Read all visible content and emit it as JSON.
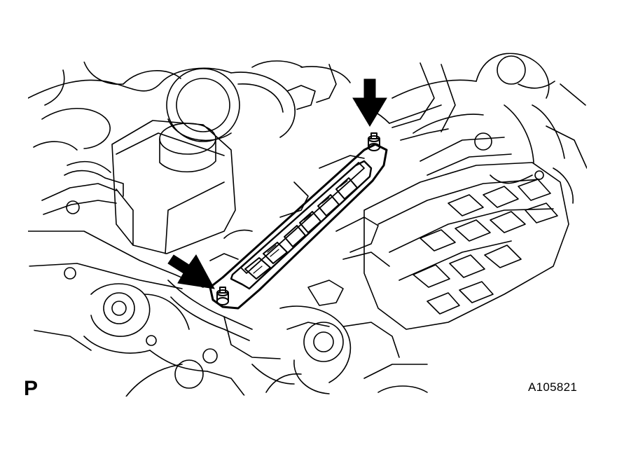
{
  "diagram": {
    "corner_label": "P",
    "figure_id": "A105821",
    "colors": {
      "line": "#000000",
      "background": "#ffffff"
    },
    "callouts": [
      {
        "icon": "arrow-icon",
        "points_to": "upper-bolt"
      },
      {
        "icon": "arrow-icon",
        "points_to": "lower-bolt"
      }
    ]
  }
}
